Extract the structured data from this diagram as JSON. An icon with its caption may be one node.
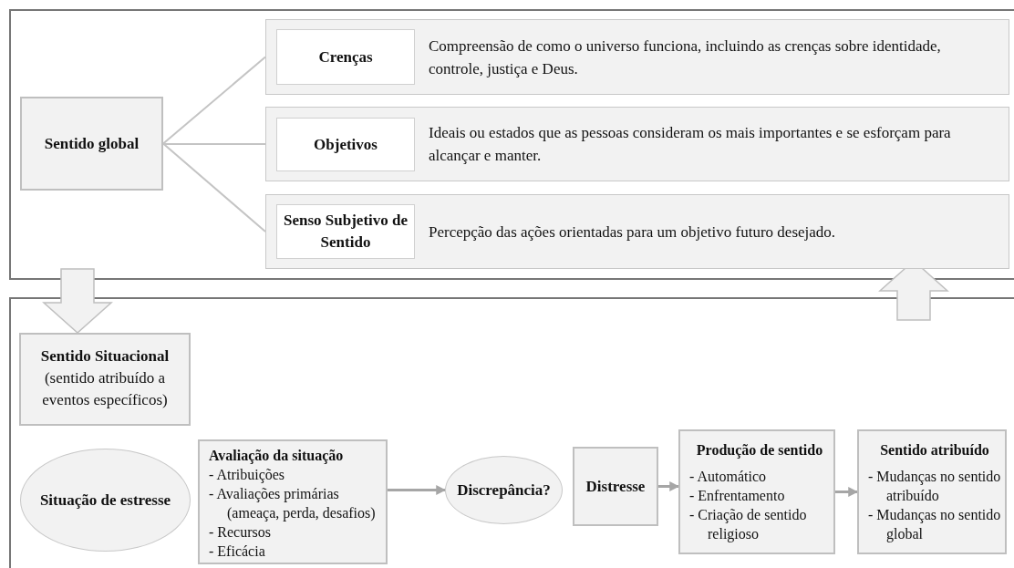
{
  "diagram": {
    "nodes": [
      {
        "text": [],
        "shape": "box"
      },
      {
        "text": [
          "Sentido global"
        ],
        "in": 0
      },
      {
        "text": [
          "Compreensão de como o universo funciona, incluindo as crenças sobre identidade, controle, justiça e Deus."
        ],
        "in": 0
      },
      {
        "text": [
          "Crenças"
        ],
        "in": 2
      },
      {
        "text": [
          "Ideais ou estados que as pessoas consideram os mais importantes e se esforçam para alcançar e manter."
        ],
        "in": 0
      },
      {
        "text": [
          "Objetivos"
        ],
        "in": 4
      },
      {
        "text": [
          "Percepção das ações orientadas para um objetivo futuro desejado."
        ],
        "in": 0
      },
      {
        "text": [
          "Senso Subjetivo de Sentido"
        ],
        "in": 6
      },
      {
        "text": [],
        "shape": "box"
      },
      {
        "text": [
          "Sentido Situacional",
          "(sentido atribuído a eventos específicos)"
        ],
        "in": 8
      },
      {
        "text": [
          "Situação de estresse"
        ],
        "in": 8
      },
      {
        "text": [
          "Avaliação da situação",
          "- Atribuições",
          "- Avaliações primárias (ameaça, perda, desafios)",
          "- Recursos",
          "- Eficácia"
        ],
        "in": 8
      },
      {
        "text": [
          "Discrepância?"
        ],
        "in": 8
      },
      {
        "text": [
          "Distresse"
        ],
        "in": 8
      },
      {
        "text": [
          "Produção de sentido",
          "- Automático",
          "- Enfrentamento",
          "- Criação de sentido religioso"
        ],
        "in": 8
      },
      {
        "text": [
          "Sentido atribuído",
          "- Mudanças no sentido atribuído",
          "- Mudanças no sentido global"
        ],
        "in": 8
      }
    ],
    "edges": [
      {
        "from": 1,
        "to": 2,
        "arrow": "none"
      },
      {
        "from": 1,
        "to": 4,
        "arrow": "none"
      },
      {
        "from": 1,
        "to": 6,
        "arrow": "none"
      },
      {
        "from": 0,
        "to": 9,
        "arrow": "to",
        "style": "thick"
      },
      {
        "from": 11,
        "to": 12,
        "arrow": "to"
      },
      {
        "from": 13,
        "to": 14,
        "arrow": "to"
      },
      {
        "from": 14,
        "to": 15,
        "arrow": "to"
      },
      {
        "from": 8,
        "to": 0,
        "arrow": "to",
        "style": "thick"
      }
    ]
  }
}
